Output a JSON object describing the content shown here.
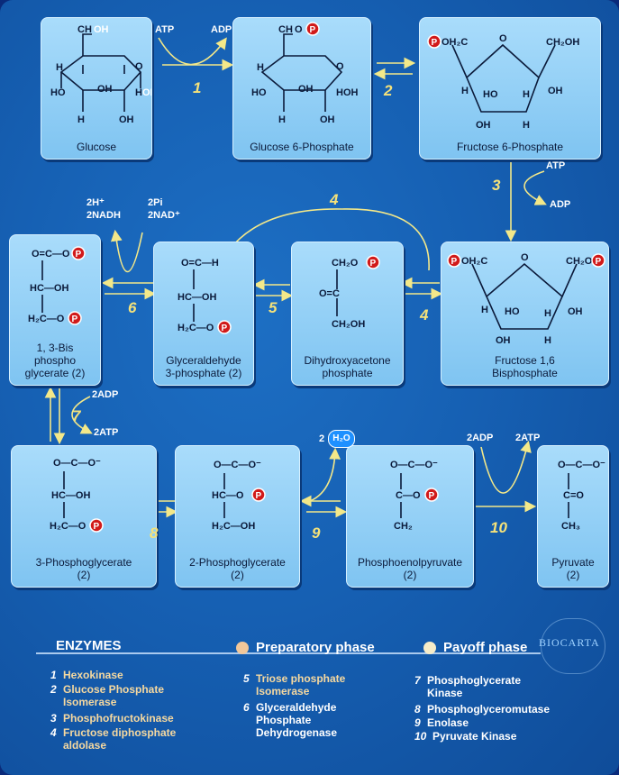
{
  "molecules": {
    "glucose": {
      "caption": "Glucose"
    },
    "glucose6p": {
      "caption": "Glucose 6-Phosphate"
    },
    "fructose6p": {
      "caption": "Fructose 6-Phosphate"
    },
    "bisphosphoglycerate": {
      "caption": "1, 3-Bis\nphospho\nglycerate (2)"
    },
    "glyceraldehyde3p": {
      "caption": "Glyceraldehyde\n3-phosphate (2)"
    },
    "dihydroxyacetone": {
      "caption": "Dihydroxyacetone\nphosphate"
    },
    "fructose16bp": {
      "caption": "Fructose 1,6\nBisphosphate"
    },
    "phosphoglycerate3": {
      "caption": "3-Phosphoglycerate\n(2)"
    },
    "phosphoglycerate2": {
      "caption": "2-Phosphoglycerate\n(2)"
    },
    "pep": {
      "caption": "Phosphoenolpyruvate\n(2)"
    },
    "pyruvate": {
      "caption": "Pyruvate\n(2)"
    }
  },
  "cofactors": {
    "atp1": "ATP",
    "adp1": "ADP",
    "atp3": "ATP",
    "adp3": "ADP",
    "h_nadh": "2H⁺\n2NADH",
    "pi_nad": "2Pi\n2NAD⁺",
    "adp7": "2ADP",
    "atp7": "2ATP",
    "water": "2",
    "adp10": "2ADP",
    "atp10": "2ATP"
  },
  "steps": [
    "1",
    "2",
    "3",
    "4",
    "4",
    "5",
    "6",
    "7",
    "8",
    "9",
    "10"
  ],
  "phosphate_label": "P",
  "water_label": "H₂O",
  "legend": {
    "title": "ENZYMES",
    "preparatory": "Preparatory phase",
    "payoff": "Payoff phase",
    "brand": "BIOCARTA",
    "enzymes": [
      {
        "n": "1",
        "name": "Hexokinase"
      },
      {
        "n": "2",
        "name": "Glucose Phosphate\nIsomerase"
      },
      {
        "n": "3",
        "name": "Phosphofructokinase"
      },
      {
        "n": "4",
        "name": "Fructose diphosphate\naldolase"
      },
      {
        "n": "5",
        "name": "Triose phosphate\nIsomerase"
      },
      {
        "n": "6",
        "name": "Glyceraldehyde\nPhosphate\nDehydrogenase"
      },
      {
        "n": "7",
        "name": "Phosphoglycerate\nKinase"
      },
      {
        "n": "8",
        "name": "Phosphoglyceromutase"
      },
      {
        "n": "9",
        "name": "Enolase"
      },
      {
        "n": "10",
        "name": "Pyruvate Kinase"
      }
    ]
  },
  "colors": {
    "background": "#1660b3",
    "box": "#a9dcfb",
    "arrow": "#f3e889",
    "phosphate": "#d11a1a",
    "preparatory_dot": "#f1c79a",
    "payoff_dot": "#f7ecc8",
    "enzyme_text": "#f6d9a0"
  }
}
